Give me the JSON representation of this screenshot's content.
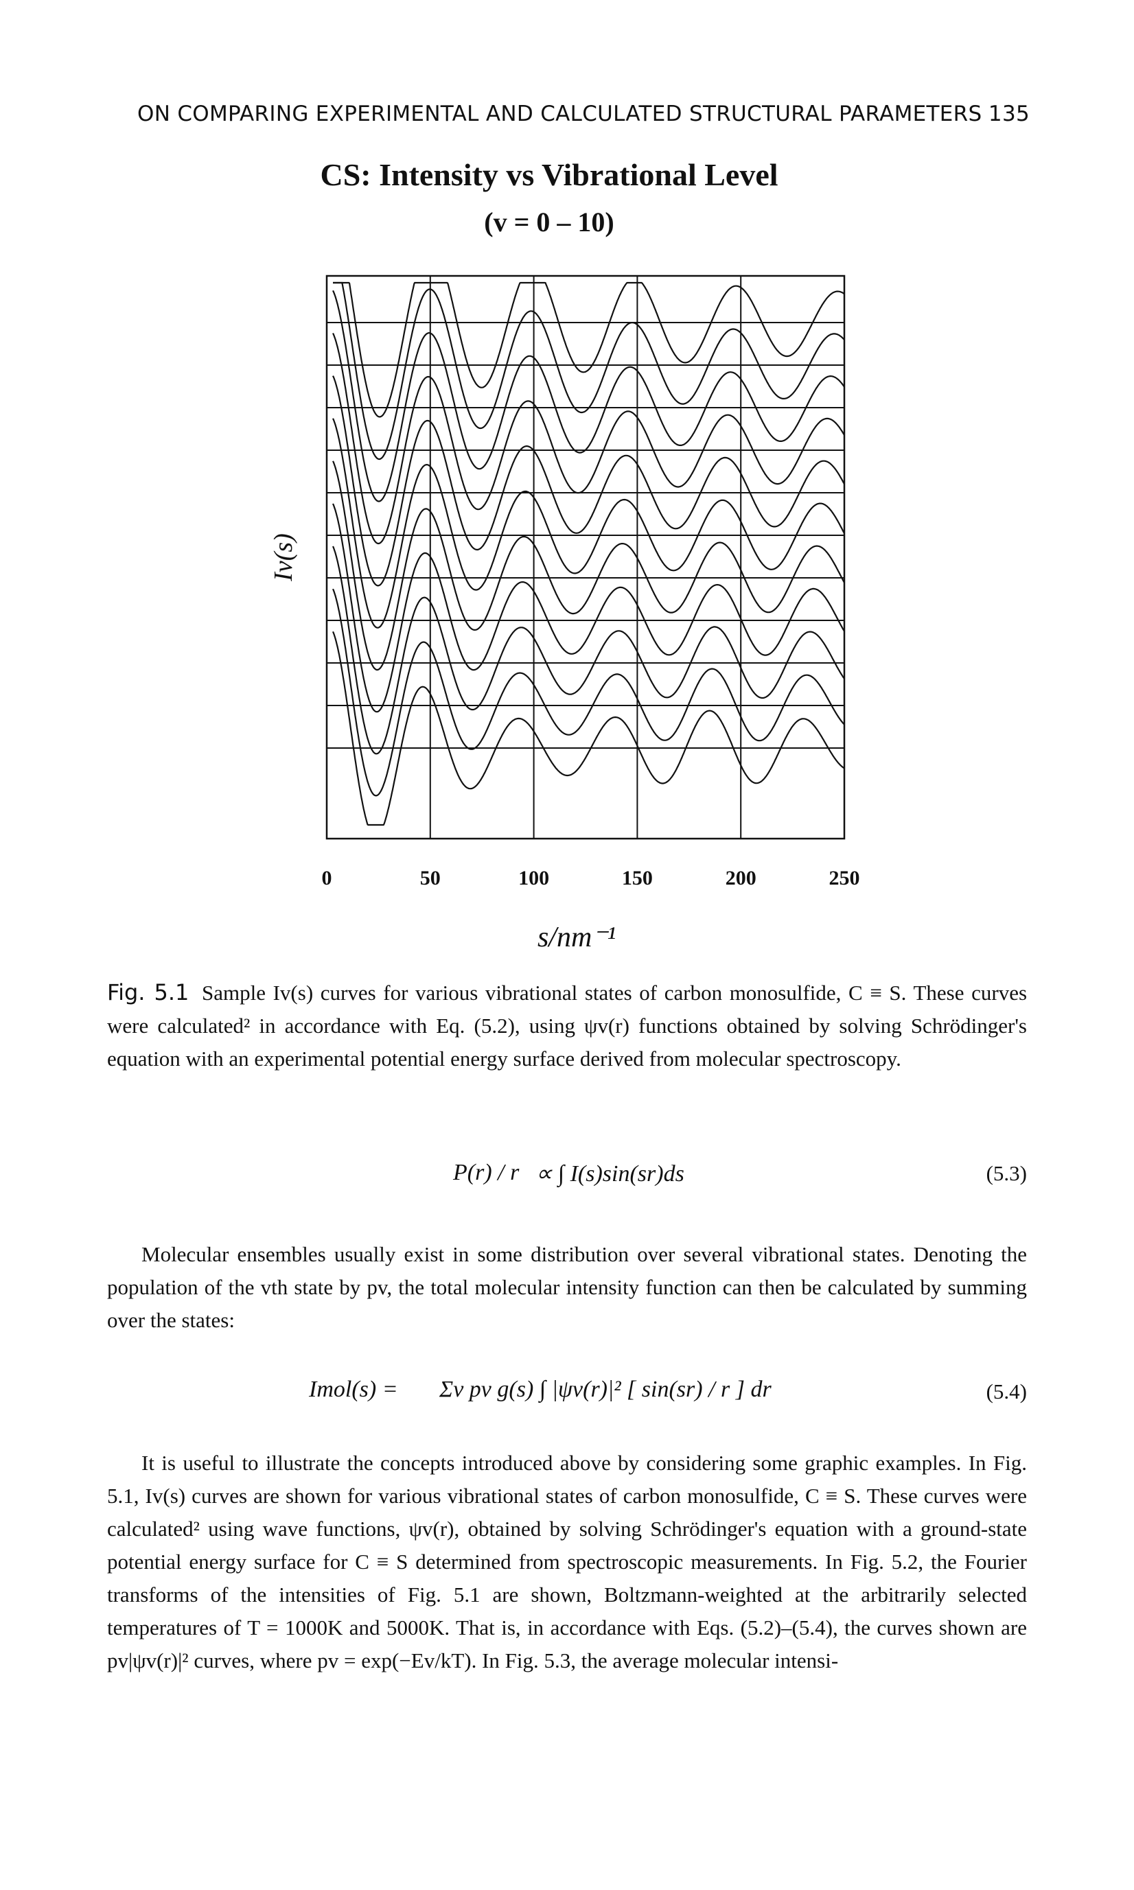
{
  "running_head": {
    "title": "ON COMPARING EXPERIMENTAL AND CALCULATED STRUCTURAL PARAMETERS",
    "page_number": "135"
  },
  "figure": {
    "title_line1": "CS: Intensity vs Vibrational Level",
    "title_line2": "(v = 0 – 10)",
    "caption_label": "Fig. 5.1",
    "caption_text": "Sample Iv(s) curves for various vibrational states of carbon monosulfide, C ≡ S. These curves were calculated² in accordance with Eq. (5.2), using ψv(r) functions obtained by solving Schrödinger's equation with an experimental potential energy surface derived from molecular spectroscopy."
  },
  "chart_data": {
    "type": "line",
    "title": "CS: Intensity vs Vibrational Level",
    "subtitle": "(v = 0 – 10)",
    "xlabel": "s/nm⁻¹",
    "ylabel": "Iv(s)",
    "xlim": [
      0,
      250
    ],
    "x_ticks": [
      "0",
      "50",
      "100",
      "150",
      "200",
      "250"
    ],
    "grid": true,
    "series_count": 11,
    "vertical_gridlines_at": [
      0,
      50,
      100,
      150,
      200,
      250
    ]
  },
  "equations": {
    "eq53": {
      "lhs": "P(r) / r",
      "rhs": "∝ ∫ I(s)sin(sr)ds",
      "number": "(5.3)"
    },
    "eq54": {
      "lhs": "Imol(s) =",
      "rhs": "Σv pv g(s) ∫ |ψv(r)|² [ sin(sr) / r ] dr",
      "number": "(5.4)"
    }
  },
  "body": {
    "para1": "Molecular ensembles usually exist in some distribution over several vibrational states. Denoting the population of the vth state by pv, the total molecular intensity function can then be calculated by summing over the states:",
    "para2": "It is useful to illustrate the concepts introduced above by considering some graphic examples. In Fig. 5.1, Iv(s) curves are shown for various vibrational states of carbon monosulfide, C ≡ S. These curves were calculated² using wave functions, ψv(r), obtained by solving Schrödinger's equation with a ground-state potential energy surface for C ≡ S determined from spectroscopic measurements. In Fig. 5.2, the Fourier transforms of the intensities of Fig. 5.1 are shown, Boltzmann-weighted at the arbitrarily selected temperatures of T = 1000K and 5000K. That is, in accordance with Eqs. (5.2)–(5.4), the curves shown are pv|ψv(r)|² curves, where pv = exp(−Ev/kT). In Fig. 5.3, the average molecular intensi-"
  }
}
